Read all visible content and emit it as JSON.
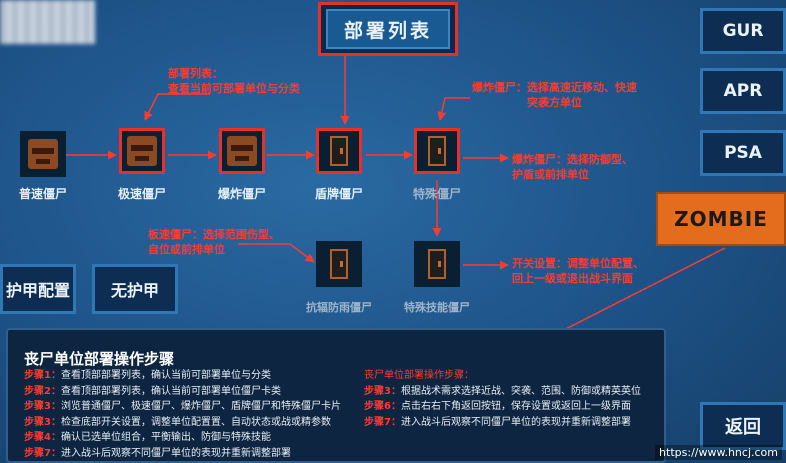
{
  "top_button": "部署列表",
  "right_buttons": [
    "GUR",
    "APR",
    "PSA"
  ],
  "zombie_button": "ZOMBIE",
  "left_buttons": [
    "护甲配置",
    "无护甲"
  ],
  "back_button": "返回",
  "units": {
    "normal": "普速僵尸",
    "fast": "极速僵尸",
    "explosive": "爆炸僵尸",
    "shield": "盾牌僵尸",
    "special": "特殊僵尸",
    "fireproof": "抗辐防雨僵尸",
    "special_tech": "特殊技能僵尸"
  },
  "annotations": {
    "list_line1": "部署列表：",
    "list_line2": "查看当前可部署单位与分类",
    "explosive_top_line1": "爆炸僵尸：选择高速近移动、快速",
    "explosive_top_line2": "突袭方单位",
    "explosive_right_line1": "爆炸僵尸：选择防御型、",
    "explosive_right_line2": "护盾或前排单位",
    "board_line1": "板速僵尸：选择范围伤型、",
    "board_line2": "自位或前排单位",
    "switch_line1": "开关设置：调整单位配置、",
    "switch_line2": "回上一级或退出战斗界面"
  },
  "panel": {
    "title": "丧尸单位部署操作步骤",
    "left_steps": [
      {
        "k": "步骤1：",
        "t": "查看顶部部署列表，确认当前可部署单位与分类"
      },
      {
        "k": "步骤2：",
        "t": "查看顶部部署列表，确认当前可部署单位僵尸卡类"
      },
      {
        "k": "步骤3：",
        "t": "浏览普通僵尸、极速僵尸、爆炸僵尸、盾牌僵尸和特殊僵尸卡片"
      },
      {
        "k": "步骤3：",
        "t": "检查底部开关设置，调整单位配置置、自动状态或战或精参数"
      },
      {
        "k": "步骤4：",
        "t": "确认已选单位组合，平衡输出、防御与特殊技能"
      },
      {
        "k": "步骤7：",
        "t": "进入战斗后观察不同僵尸单位的表现并重新调整部署"
      }
    ],
    "right_header": "丧尸单位部署操作步骤：",
    "right_steps": [
      {
        "k": "步骤3：",
        "t": "根据战术需求选择近战、突袭、范围、防御或精英英位"
      },
      {
        "k": "步骤6：",
        "t": "点击右右下角返回按钮，保存设置或返回上一级界面"
      },
      {
        "k": "步骤7：",
        "t": "进入战斗后观察不同僵尸单位的表现并重新调整部署"
      }
    ]
  },
  "watermark": "https://www.hncj.com",
  "colors": {
    "accent_red": "#ff3b30",
    "zombie_orange": "#e36d1c",
    "panel_bg": "#0d2540"
  }
}
